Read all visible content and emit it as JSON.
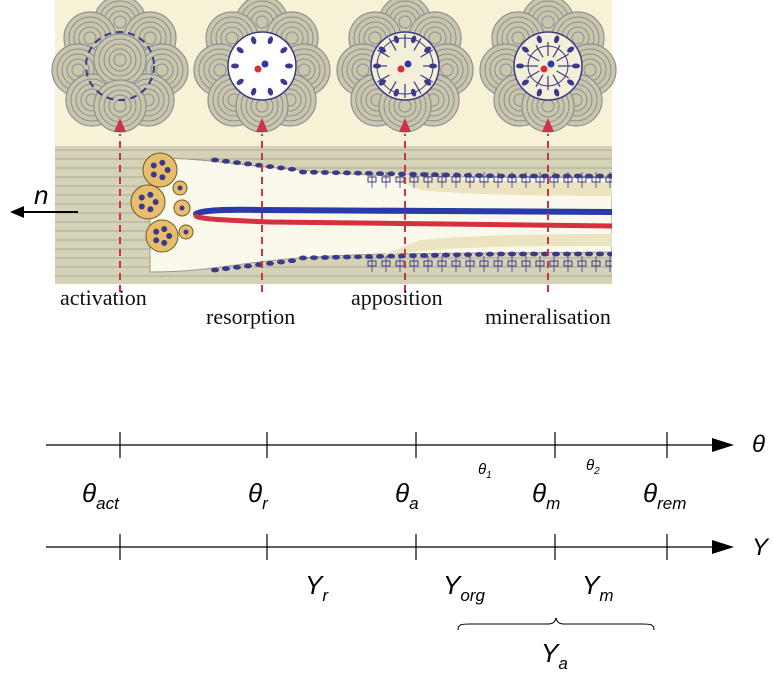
{
  "diagram": {
    "direction_label": "n",
    "stages": [
      {
        "label": "activation"
      },
      {
        "label": "resorption"
      },
      {
        "label": "apposition"
      },
      {
        "label": "mineralisation"
      }
    ]
  },
  "theta_axis": {
    "name": "θ",
    "ticks": [
      {
        "main": "θ",
        "sub": "act"
      },
      {
        "main": "θ",
        "sub": "r"
      },
      {
        "main": "θ",
        "sub": "a"
      },
      {
        "main": "θ",
        "sub": "m"
      },
      {
        "main": "θ",
        "sub": "rem"
      }
    ],
    "intervals": [
      {
        "main": "θ",
        "sub": "1"
      },
      {
        "main": "θ",
        "sub": "2"
      }
    ]
  },
  "y_axis": {
    "name": "Y",
    "labels": [
      {
        "main": "Y",
        "sub": "r"
      },
      {
        "main": "Y",
        "sub": "org"
      },
      {
        "main": "Y",
        "sub": "m"
      }
    ],
    "brace_label": {
      "main": "Y",
      "sub": "a"
    }
  },
  "colors": {
    "background_tan": "#f7f2d6",
    "lamella_fill": "#c9c6aa",
    "lamella_ring": "#8c8e9a",
    "cell_purple": "#3b3a8a",
    "osteoclast": "#e8be6c",
    "arrow_red": "#cc3344",
    "vessel_blue": "#2a3aa8",
    "vessel_red": "#d43040"
  }
}
